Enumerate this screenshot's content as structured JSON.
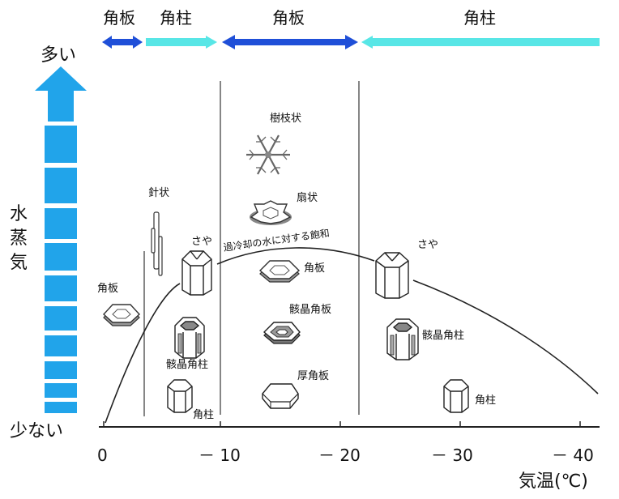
{
  "header_bands": [
    "角板",
    "角柱",
    "角板",
    "角柱"
  ],
  "vapor": {
    "high": "多い",
    "axis": "水蒸気",
    "low": "少ない"
  },
  "x_axis": {
    "ticks": [
      "0",
      "－ 10",
      "－ 20",
      "－ 30",
      "－ 40"
    ],
    "label": "気温(℃)"
  },
  "curve_label": "過冷却の水に対する飽和",
  "crystals": {
    "dendrite": "樹枝状",
    "sector": "扇状",
    "plate_center": "角板",
    "skeletal_plate": "骸晶角板",
    "thick_plate": "厚角板",
    "needle": "針状",
    "sheath_left": "さや",
    "plate_left": "角板",
    "skeletal_column_left": "骸晶角柱",
    "column_left": "角柱",
    "sheath_right": "さや",
    "skeletal_column_right": "骸晶角柱",
    "column_right": "角柱"
  },
  "colors": {
    "plate_band": "#1f4fd8",
    "column_band": "#58e6e6",
    "vapor_bar": "#21a4ea"
  }
}
